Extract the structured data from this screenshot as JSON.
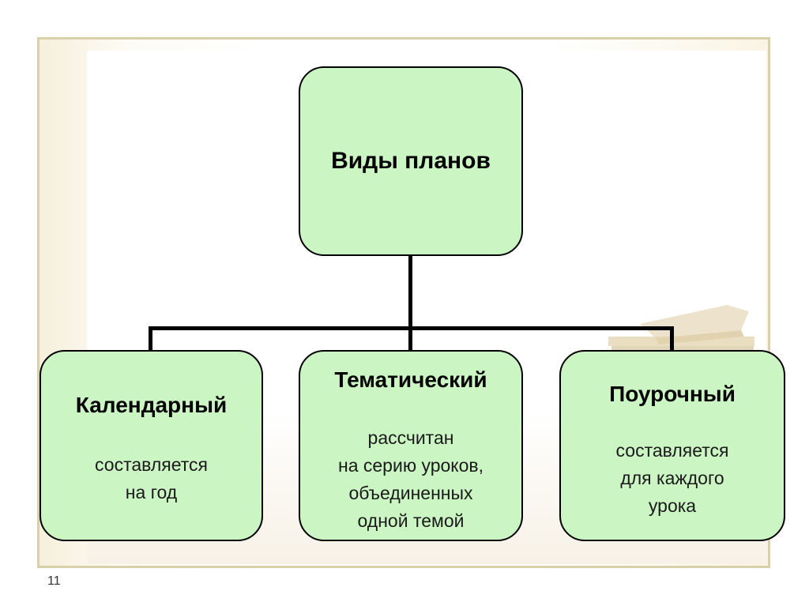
{
  "diagram": {
    "root": {
      "label": "Виды планов"
    },
    "children": [
      {
        "title": "Календарный",
        "description": "составляется\nна год"
      },
      {
        "title": "Тематический",
        "description": "рассчитан\nна серию уроков,\nобъединенных\nодной темой"
      },
      {
        "title": "Поурочный",
        "description": "составляется\nдля каждого\nурока"
      }
    ]
  },
  "colors": {
    "box_fill": "#ccf5c4",
    "border": "#000000",
    "frame_border": "#d9cfa8"
  },
  "slide": {
    "page_number": "11"
  }
}
